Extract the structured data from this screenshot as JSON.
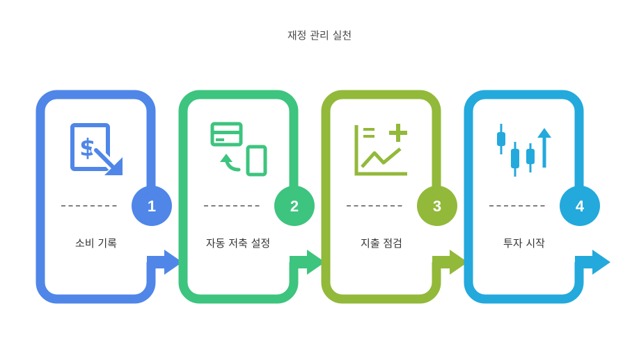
{
  "title": "재정 관리 실천",
  "colors": {
    "step1": "#4f86e8",
    "step2": "#3dc47e",
    "step3": "#92b93a",
    "step4": "#23a9dc"
  },
  "steps": [
    {
      "number": "1",
      "label": "소비 기록",
      "icon": "dollar-document-down-icon"
    },
    {
      "number": "2",
      "label": "자동 저축 설정",
      "icon": "card-mobile-transfer-icon"
    },
    {
      "number": "3",
      "label": "지출 점검",
      "icon": "chart-plus-icon"
    },
    {
      "number": "4",
      "label": "투자 시작",
      "icon": "candlestick-up-icon"
    }
  ]
}
